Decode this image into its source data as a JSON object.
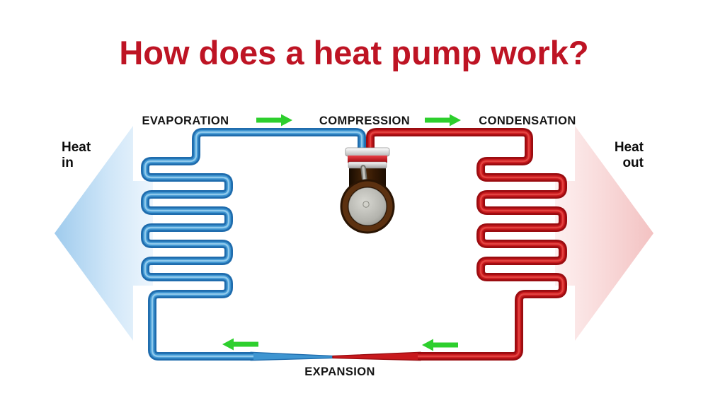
{
  "title": {
    "text": "How does a heat pump work?"
  },
  "stage_labels": {
    "evaporation": "EVAPORATION",
    "compression": "COMPRESSION",
    "condensation": "CONDENSATION",
    "expansion": "EXPANSION"
  },
  "heat_labels": {
    "in": {
      "line1": "Heat",
      "line2": "in"
    },
    "out": {
      "line1": "Heat",
      "line2": "out"
    }
  },
  "flow_arrows": {
    "top_left": {
      "icon": "arrow-right-icon",
      "direction": "right"
    },
    "top_right": {
      "icon": "arrow-right-icon",
      "direction": "right"
    },
    "bottom_right": {
      "icon": "arrow-left-icon",
      "direction": "left"
    },
    "bottom_left": {
      "icon": "arrow-left-icon",
      "direction": "left"
    }
  },
  "colors": {
    "title": "#be1424",
    "label_text": "#151515",
    "evaporator_pipe": "#3e95d1",
    "evaporator_pipe_dark": "#1f6cad",
    "evaporator_pipe_highlight": "#8ec9ec",
    "condenser_pipe": "#c8191d",
    "condenser_pipe_dark": "#9a0c10",
    "condenser_pipe_highlight": "#e24340",
    "flow_arrow_green": "#2dcf2d",
    "heat_in_arrow": "#a6cfee",
    "heat_out_arrow": "#f4c6c6",
    "compressor_brown": "#57300f"
  }
}
